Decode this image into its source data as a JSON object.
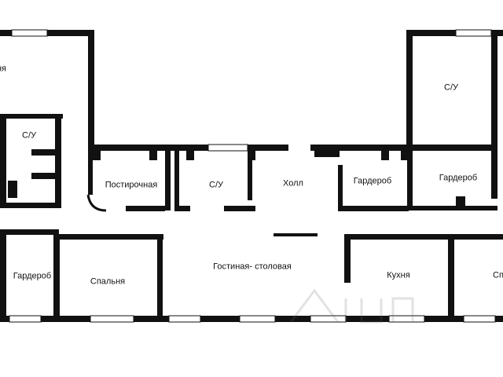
{
  "rooms": {
    "bath_left": "С/У",
    "bath_right": "С/У",
    "bath_center": "С/У",
    "bedroom_top_left": "ня",
    "laundry": "Постирочная",
    "hall": "Холл",
    "wardrobe_center": "Гардероб",
    "wardrobe_right": "Гардероб",
    "wardrobe_left": "Гардероб",
    "bedroom": "Спальня",
    "living_dining": "Гостиная- столовая",
    "kitchen": "Кухня",
    "bedroom_right_partial": "Сп"
  },
  "colors": {
    "wall": "#111111",
    "window": "#ffffff",
    "background": "#ffffff"
  },
  "watermark_icon": "cian-house-logo"
}
